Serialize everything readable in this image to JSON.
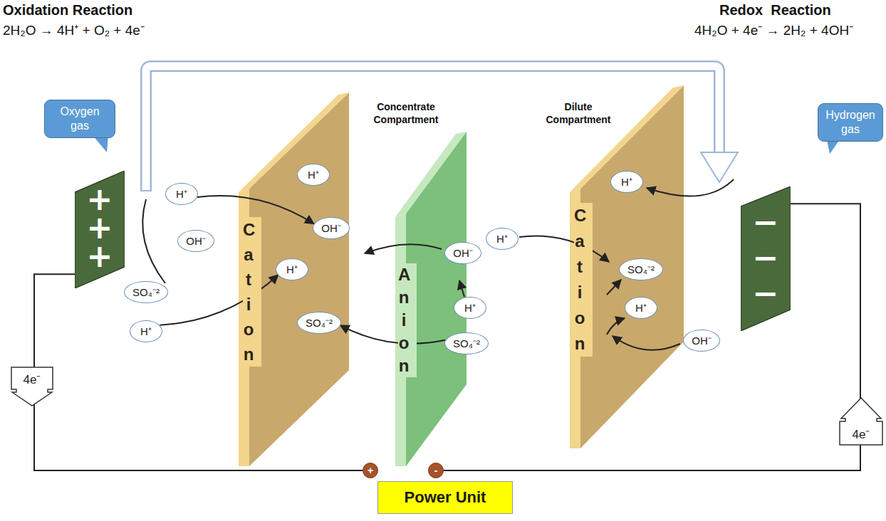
{
  "diagram": {
    "nodes": [
      {
        "text": [
          "Oxygen gas"
        ]
      },
      {
        "text": [
          "Hydrogen gas"
        ]
      },
      {
        "text": [
          "+",
          "+",
          "+"
        ]
      },
      {
        "text": [
          "−",
          "−",
          "−"
        ]
      },
      {
        "text": [
          "Cation"
        ]
      },
      {
        "text": [
          "H⁺"
        ],
        "in": 4
      },
      {
        "text": [
          "OH⁻"
        ],
        "in": 4
      },
      {
        "text": [
          "H⁺"
        ],
        "in": 4
      },
      {
        "text": [
          "SO₄⁻²"
        ],
        "in": 4
      },
      {
        "text": [
          "Anion"
        ]
      },
      {
        "text": [
          "Cation"
        ]
      },
      {
        "text": [
          "H⁺"
        ],
        "in": 10
      },
      {
        "text": [
          "SO₄⁻²"
        ],
        "in": 10
      },
      {
        "text": [
          "H⁺"
        ],
        "in": 10
      },
      {
        "text": [
          "H⁺"
        ]
      },
      {
        "text": [
          "OH⁻"
        ]
      },
      {
        "text": [
          "SO₄⁻²"
        ]
      },
      {
        "text": [
          "H⁺"
        ]
      },
      {
        "text": [
          "OH⁻"
        ]
      },
      {
        "text": [
          "H⁺"
        ]
      },
      {
        "text": [
          "H⁺"
        ]
      },
      {
        "text": [
          "SO₄⁻²"
        ]
      },
      {
        "text": [
          "OH⁻"
        ]
      },
      {
        "text": [
          "4e⁻"
        ]
      },
      {
        "text": [
          "4e⁻"
        ]
      },
      {
        "text": [
          "+"
        ]
      },
      {
        "text": [
          "-"
        ]
      },
      {
        "text": [
          "Power Unit"
        ]
      }
    ],
    "edges": [
      {
        "from": 14,
        "to": 6,
        "arrow": "to"
      },
      {
        "from": 17,
        "to": 7,
        "arrow": "to"
      },
      {
        "from": 21,
        "to": 8,
        "arrow": "to"
      },
      {
        "from": 2,
        "to": 25,
        "arrow": "none"
      },
      {
        "from": 26,
        "to": 3,
        "arrow": "none"
      }
    ],
    "labels": [
      "Oxidation Reaction",
      "2H₂O → 4H⁺ + O₂ + 4e⁻",
      "Redox  Reaction",
      "4H₂O + 4e⁻ → 2H₂ + 4OH⁻",
      "Concentrate Compartment",
      "Dilute Compartment"
    ]
  }
}
